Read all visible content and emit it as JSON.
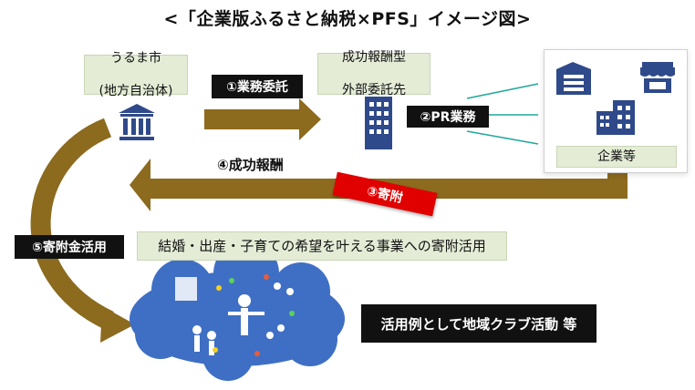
{
  "title": "<「企業版ふるさと納税×PFS」イメージ図>",
  "city_box": {
    "line1": "うるま市",
    "line2": "(地方自治体)"
  },
  "contractor_box": {
    "line1": "成功報酬型",
    "line2": "外部委託先"
  },
  "company_box": {
    "label": "企業等"
  },
  "steps": {
    "step1": "①業務委託",
    "step2": "②PR業務",
    "step3": "③寄附",
    "step4": "④成功報酬",
    "step5": "⑤寄附金活用"
  },
  "usage_box": {
    "label": "結婚・出産・子育ての希望を叶える事業への寄附活用"
  },
  "example_box": {
    "label": "活用例として地域クラブ活動 等"
  },
  "icons": [
    "city-hall-icon",
    "office-building-icon",
    "factory-icon",
    "shop-icon",
    "company-building-icon",
    "children-activity-icon"
  ],
  "colors": {
    "arrow": "#8c6a1e",
    "green_box": "#e4ecd6",
    "black_box": "#111111",
    "red_label": "#e00000",
    "icon_blue": "#2f4a8a",
    "cloud": "#3f6fc4"
  }
}
